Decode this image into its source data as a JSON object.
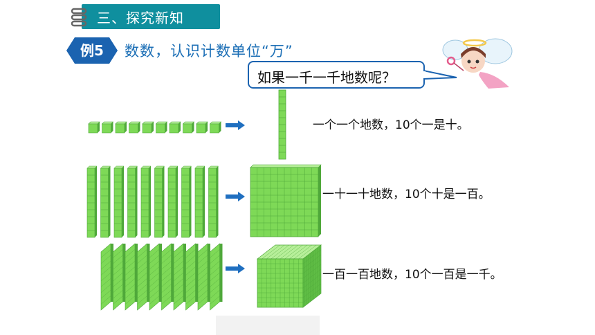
{
  "header": {
    "section_title": "三、探究新知"
  },
  "example": {
    "badge": "例5",
    "title": "数数，认识计数单位“万”"
  },
  "bubble": {
    "text": "如果一千一千地数呢？"
  },
  "rows": [
    {
      "description": "一个一个地数，10个一是十。"
    },
    {
      "description": "一十一十地数，10个十是一百。"
    },
    {
      "description": "一百一百地数，10个一百是一千。"
    }
  ],
  "colors": {
    "banner": "#0f8f9e",
    "badge": "#1b63b0",
    "arrow": "#1f6fc0",
    "cube": "#7ed957"
  }
}
